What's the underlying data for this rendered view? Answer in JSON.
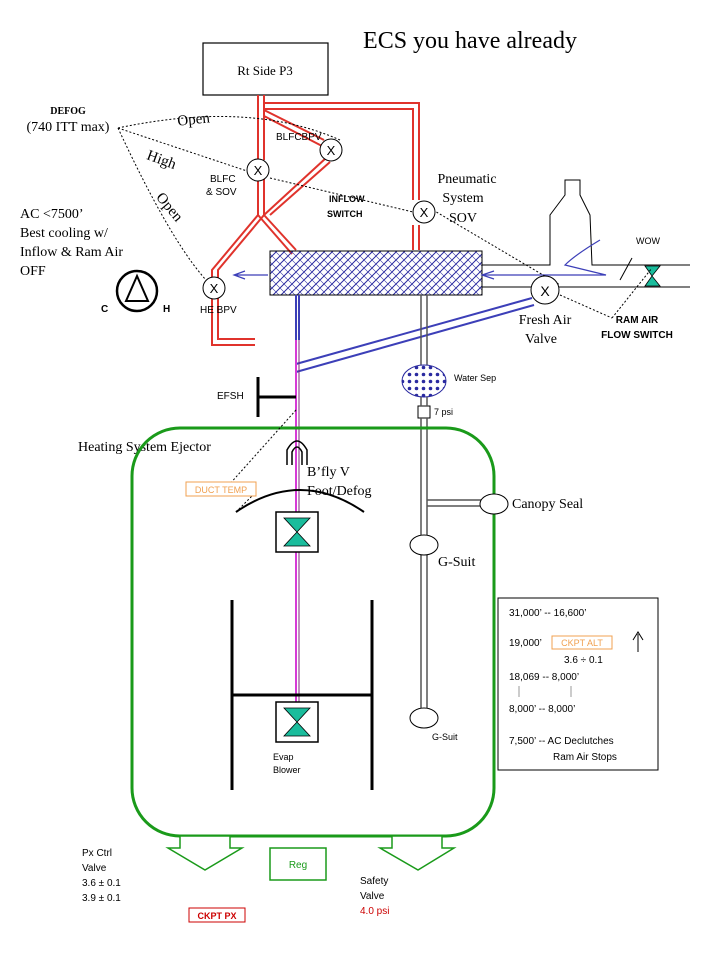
{
  "title": "ECS you have already",
  "source_box": "Rt Side P3",
  "valve_mark": "X",
  "labels": {
    "defog": "DEFOG",
    "itt_max": "(740 ITT max)",
    "open_upper": "Open",
    "high": "High",
    "open_lower": "Open",
    "blfcbpv": "BLFCBPV",
    "blfc_sov_1": "BLFC",
    "blfc_sov_2": "& SOV",
    "inflow_switch_1": "INFLOW",
    "inflow_switch_2": "SWITCH",
    "pneumatic_1": "Pneumatic",
    "pneumatic_2": "System",
    "pneumatic_3": "SOV",
    "ac_1": "AC <7500’",
    "ac_2": "Best cooling  w/",
    "ac_3": "Inflow & Ram Air",
    "ac_4": "OFF",
    "c": "C",
    "h": "H",
    "he_bpv": "HE BPV",
    "wow": "WOW",
    "fresh_air_1": "Fresh Air",
    "fresh_air_2": "Valve",
    "ram_air_1": "RAM AIR",
    "ram_air_2": "FLOW SWITCH",
    "water_sep": "Water Sep",
    "psi_7": "7 psi",
    "efsh": "EFSH",
    "heating_ejector": "Heating System Ejector",
    "bfly_1": "B’fly V",
    "bfly_2": "Foot/Defog",
    "duct_temp": "DUCT TEMP",
    "canopy_seal": "Canopy Seal",
    "g_suit_upper": "G-Suit",
    "g_suit_lower": "G-Suit",
    "evap_1": "Evap",
    "evap_2": "Blower",
    "px_ctrl_1": "Px Ctrl",
    "px_ctrl_2": "Valve",
    "px_ctrl_3": "3.6 ± 0.1",
    "px_ctrl_4": "3.9 ± 0.1",
    "reg": "Reg",
    "safety_1": "Safety",
    "safety_2": "Valve",
    "safety_3": "4.0 psi",
    "ckpt_px": "CKPT PX"
  },
  "altitude_box": {
    "line1": "31,000’ -- 16,600’",
    "line2a": "19,000’",
    "ckpt_alt": "CKPT ALT",
    "line3": "3.6 ÷ 0.1",
    "line4": "18,069 -- 8,000’",
    "line5": "8,000’ -- 8,000’",
    "line6": "7,500’ -- AC Declutches",
    "line7": "Ram Air Stops"
  },
  "colors": {
    "hot_duct": "#e0332c",
    "cockpit_loop": "#1a9a1a",
    "fresh_air_duct": "#3c3fb8",
    "heater_line": "#d63bd6",
    "valve_fill": "#1abc9c",
    "tag_orange": "#f0a050",
    "tag_red_text": "#cc0000"
  }
}
